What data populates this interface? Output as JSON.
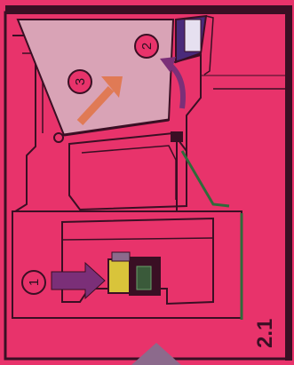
{
  "steps": [
    {
      "number": "1",
      "label": "1"
    },
    {
      "number": "2",
      "label": "2"
    },
    {
      "number": "3",
      "label": "3"
    }
  ],
  "figure_number": "2.1",
  "colors": {
    "page_bg": "#e8336b",
    "border_dark": "#3a0f24",
    "lid_fill": "#d9a3b6",
    "arrow_purple": "#7b2f78",
    "arrow_orange": "#e07a55",
    "cartridge_yellow": "#d9c43a",
    "bottom_tab": "#8c6a8c"
  }
}
